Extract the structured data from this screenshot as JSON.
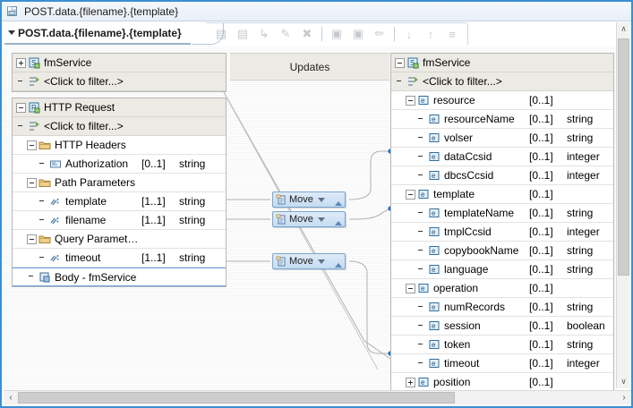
{
  "window": {
    "title": "POST.data.{filename}.{template}",
    "title_icon": "document-icon"
  },
  "tab": {
    "label": "POST.data.{filename}.{template}",
    "caret_icon": "chevron-down-icon"
  },
  "toolbar": {
    "buttons": [
      {
        "name": "add-mapping-icon",
        "glyph": "▤"
      },
      {
        "name": "remove-mapping-icon",
        "glyph": "▤"
      },
      {
        "name": "group-mapping-icon",
        "glyph": "↳"
      },
      {
        "name": "edit-mapping-icon",
        "glyph": "✎"
      },
      {
        "name": "delete-mapping-icon",
        "glyph": "✖"
      },
      {
        "name": "show-source-icon",
        "glyph": "▣"
      },
      {
        "name": "show-target-icon",
        "glyph": "▣"
      },
      {
        "name": "edit-script-icon",
        "glyph": "✏"
      },
      {
        "name": "sort-ascending-icon",
        "glyph": "↓"
      },
      {
        "name": "sort-descending-icon",
        "glyph": "↑"
      },
      {
        "name": "filter-icon",
        "glyph": "≡"
      }
    ]
  },
  "center": {
    "updates_label": "Updates",
    "move_boxes": [
      {
        "label": "Move",
        "icon": "move-icon"
      },
      {
        "label": "Move",
        "icon": "move-icon"
      },
      {
        "label": "Move",
        "icon": "move-icon"
      }
    ]
  },
  "source_header_tree": {
    "rows": [
      {
        "label": "fmService",
        "icon": "service-icon",
        "expander": "plus",
        "indent": 1,
        "card": "",
        "type": "",
        "header": true
      },
      {
        "label": "<Click to filter...>",
        "icon": "filter-icon",
        "expander": "none",
        "indent": 1,
        "card": "",
        "type": "",
        "header": true
      }
    ]
  },
  "source_tree": {
    "rows": [
      {
        "label": "HTTP Request",
        "icon": "request-icon",
        "expander": "minus",
        "indent": 1,
        "card": "",
        "type": "",
        "header": true
      },
      {
        "label": "<Click to filter...>",
        "icon": "filter-icon",
        "expander": "none",
        "indent": 1,
        "card": "",
        "type": "",
        "header": true
      },
      {
        "label": "HTTP Headers",
        "icon": "folder-icon",
        "expander": "minus",
        "indent": 2,
        "card": "",
        "type": "",
        "header": false
      },
      {
        "label": "Authorization",
        "icon": "attribute-icon",
        "expander": "none",
        "indent": 3,
        "card": "[0..1]",
        "type": "string",
        "header": false
      },
      {
        "label": "Path Parameters",
        "icon": "folder-icon",
        "expander": "minus",
        "indent": 2,
        "card": "",
        "type": "",
        "header": false
      },
      {
        "label": "template",
        "icon": "param-icon",
        "expander": "none",
        "indent": 3,
        "card": "[1..1]",
        "type": "string",
        "header": false
      },
      {
        "label": "filename",
        "icon": "param-icon",
        "expander": "none",
        "indent": 3,
        "card": "[1..1]",
        "type": "string",
        "header": false
      },
      {
        "label": "Query Parameters",
        "icon": "folder-icon",
        "expander": "minus",
        "indent": 2,
        "card": "",
        "type": "",
        "header": false
      },
      {
        "label": "timeout",
        "icon": "param-icon",
        "expander": "none",
        "indent": 3,
        "card": "[1..1]",
        "type": "string",
        "header": false
      },
      {
        "label": "Body - fmService",
        "icon": "body-icon",
        "expander": "none",
        "indent": 2,
        "card": "",
        "type": "",
        "header": false,
        "selected": true
      }
    ]
  },
  "target_tree": {
    "rows": [
      {
        "label": "fmService",
        "icon": "service-icon",
        "expander": "minus",
        "indent": 1,
        "card": "",
        "type": "",
        "header": true
      },
      {
        "label": "<Click to filter...>",
        "icon": "filter-icon",
        "expander": "none",
        "indent": 1,
        "card": "",
        "type": "",
        "header": true
      },
      {
        "label": "resource",
        "icon": "element-icon",
        "expander": "minus",
        "indent": 2,
        "card": "[0..1]",
        "type": "",
        "header": false
      },
      {
        "label": "resourceName",
        "icon": "element-icon",
        "expander": "none",
        "indent": 3,
        "card": "[0..1]",
        "type": "string",
        "header": false
      },
      {
        "label": "volser",
        "icon": "element-icon",
        "expander": "none",
        "indent": 3,
        "card": "[0..1]",
        "type": "string",
        "header": false
      },
      {
        "label": "dataCcsid",
        "icon": "element-icon",
        "expander": "none",
        "indent": 3,
        "card": "[0..1]",
        "type": "integer",
        "header": false
      },
      {
        "label": "dbcsCcsid",
        "icon": "element-icon",
        "expander": "none",
        "indent": 3,
        "card": "[0..1]",
        "type": "integer",
        "header": false
      },
      {
        "label": "template",
        "icon": "element-icon",
        "expander": "minus",
        "indent": 2,
        "card": "[0..1]",
        "type": "",
        "header": false
      },
      {
        "label": "templateName",
        "icon": "element-icon",
        "expander": "none",
        "indent": 3,
        "card": "[0..1]",
        "type": "string",
        "header": false
      },
      {
        "label": "tmplCcsid",
        "icon": "element-icon",
        "expander": "none",
        "indent": 3,
        "card": "[0..1]",
        "type": "integer",
        "header": false
      },
      {
        "label": "copybookName",
        "icon": "element-icon",
        "expander": "none",
        "indent": 3,
        "card": "[0..1]",
        "type": "string",
        "header": false
      },
      {
        "label": "language",
        "icon": "element-icon",
        "expander": "none",
        "indent": 3,
        "card": "[0..1]",
        "type": "string",
        "header": false
      },
      {
        "label": "operation",
        "icon": "element-icon",
        "expander": "minus",
        "indent": 2,
        "card": "[0..1]",
        "type": "",
        "header": false
      },
      {
        "label": "numRecords",
        "icon": "element-icon",
        "expander": "none",
        "indent": 3,
        "card": "[0..1]",
        "type": "string",
        "header": false
      },
      {
        "label": "session",
        "icon": "element-icon",
        "expander": "none",
        "indent": 3,
        "card": "[0..1]",
        "type": "boolean",
        "header": false
      },
      {
        "label": "token",
        "icon": "element-icon",
        "expander": "none",
        "indent": 3,
        "card": "[0..1]",
        "type": "string",
        "header": false
      },
      {
        "label": "timeout",
        "icon": "element-icon",
        "expander": "none",
        "indent": 3,
        "card": "[0..1]",
        "type": "integer",
        "header": false
      },
      {
        "label": "position",
        "icon": "element-icon",
        "expander": "plus",
        "indent": 2,
        "card": "[0..1]",
        "type": "",
        "header": false
      }
    ]
  },
  "scrollbars": {
    "vertical": {
      "up_glyph": "∧",
      "down_glyph": "∨"
    },
    "horizontal": {
      "left_glyph": "‹",
      "right_glyph": "›"
    }
  },
  "colors": {
    "accent": "#3b8fd4",
    "connector": "#1f6fc4",
    "header_bg": "#eceae4",
    "move_fill": "#c5dcf2"
  }
}
